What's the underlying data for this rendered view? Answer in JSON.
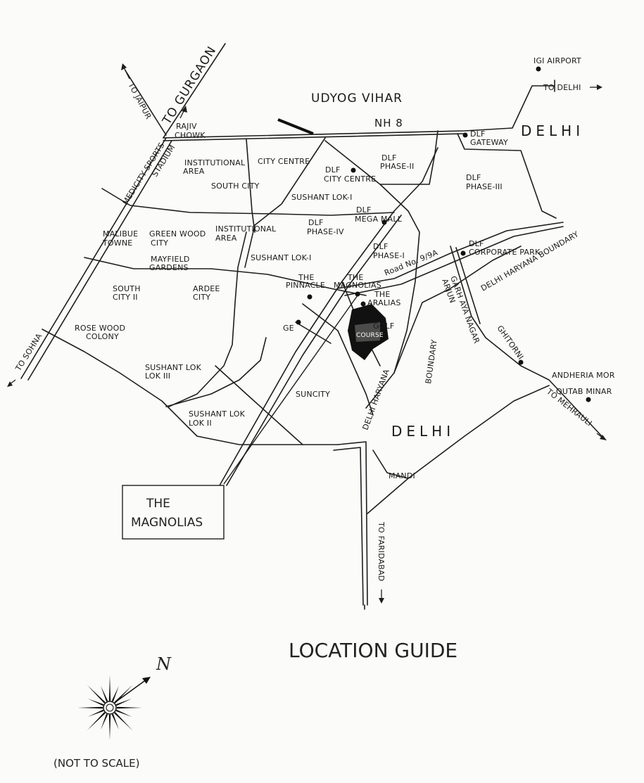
{
  "title": "LOCATION GUIDE",
  "scale_note": "(NOT TO SCALE)",
  "north": "N",
  "callout": {
    "line1": "THE",
    "line2": "MAGNOLIAS"
  },
  "regions": {
    "udyog_vihar": "UDYOG VIHAR",
    "nh8": "NH 8",
    "delhi_ne": "DELHI",
    "delhi_s": "DELHI"
  },
  "directions": {
    "to_gurgaon": "TO GURGAON",
    "to_jaipur": "TO JAIPUR",
    "to_delhi": "TO DELHI",
    "to_sohna": "TO SOHNA",
    "to_faridabad": "TO FARIDABAD",
    "to_mehrauli": "TO MEHRAULI"
  },
  "boundaries": {
    "dhb_ne": "DELHI HARYANA BOUNDARY",
    "dhb_s_1": "DELHI HARYANA",
    "dhb_s_2": "BOUNDARY",
    "road": "Road No. 9/9A"
  },
  "places": {
    "rajiv_1": "RAJIV",
    "rajiv_2": "CHOWK",
    "medicity": "MEDICITY SPORTS",
    "stadium": "STADIUM",
    "inst_area_1a": "INSTITUTIONAL",
    "inst_area_1b": "AREA",
    "city_centre": "CITY CENTRE",
    "south_city": "SOUTH CITY",
    "dlf_cc_1": "DLF",
    "dlf_cc_2": "CITY CENTRE",
    "dlf_p2_1": "DLF",
    "dlf_p2_2": "PHASE-II",
    "dlf_gateway_1": "DLF",
    "dlf_gateway_2": "GATEWAY",
    "dlf_p3_1": "DLF",
    "dlf_p3_2": "PHASE-III",
    "igi": "IGI AIRPORT",
    "sushant_1": "SUSHANT LOK-I",
    "dlf_mega_1": "DLF",
    "dlf_mega_2": "MEGA MALL",
    "dlf_p4_1": "DLF",
    "dlf_p4_2": "PHASE-IV",
    "malibu_1": "MALIBUE",
    "malibu_2": "TOWNE",
    "greenwood_1": "GREEN WOOD",
    "greenwood_2": "CITY",
    "inst_area_2a": "INSTITUTIONAL",
    "inst_area_2b": "AREA",
    "mayfield_1": "MAYFIELD",
    "mayfield_2": "GARDENS",
    "sushant_2": "SUSHANT LOK-I",
    "dlf_p1_1": "DLF",
    "dlf_p1_2": "PHASE-I",
    "dlf_corp_1": "DLF",
    "dlf_corp_2": "CORPORATE PARK",
    "pinnacle_1": "THE",
    "pinnacle_2": "PINNACLE",
    "magnolias_1": "THE",
    "magnolias_2": "MAGNOLIAS",
    "aralias_1": "THE",
    "aralias_2": "ARALIAS",
    "southcity2_1": "SOUTH",
    "southcity2_2": "CITY II",
    "ardee_1": "ARDEE",
    "ardee_2": "CITY",
    "ge": "GE",
    "golf_1": "GOLF",
    "golf_2": "COURSE",
    "rosewood_1": "ROSE WOOD",
    "rosewood_2": "COLONY",
    "arjun": "ARJUN",
    "aya_nagar": "GARH AYA NAGAR",
    "ghitorni": "GHITORNI",
    "andheria": "ANDHERIA MOR",
    "qutab": "QUTAB MINAR",
    "sushant3_1": "SUSHANT LOK",
    "sushant3_2": "LOK III",
    "suncity": "SUNCITY",
    "sushant2_1": "SUSHANT LOK",
    "sushant2_2": "LOK II",
    "mandi": "MANDI"
  }
}
